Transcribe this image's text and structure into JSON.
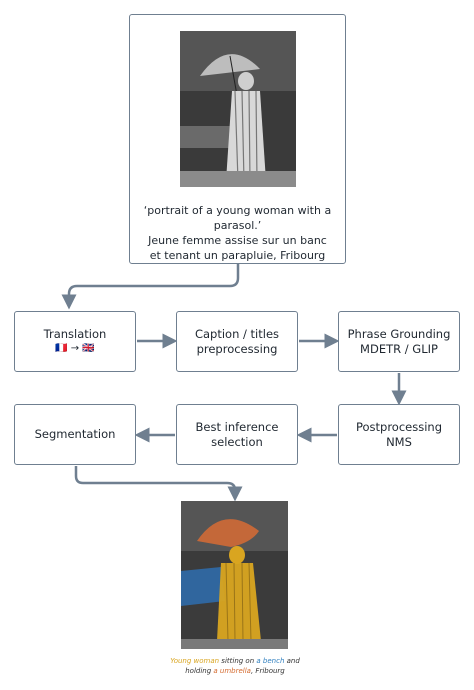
{
  "input": {
    "caption_line1": "‘portrait of a young woman with a parasol.’",
    "caption_line2": "Jeune femme assise sur un banc",
    "caption_line3": "et tenant un parapluie, Fribourg"
  },
  "steps": {
    "translation": {
      "label": "Translation",
      "flags": "🇫🇷 → 🇬🇧"
    },
    "caption": {
      "line1": "Caption / titles",
      "line2": "preprocessing"
    },
    "grounding": {
      "line1": "Phrase Grounding",
      "line2": "MDETR / GLIP"
    },
    "postprocessing": {
      "line1": "Postprocessing",
      "line2": "NMS"
    },
    "best_inference": {
      "line1": "Best inference",
      "line2": "selection"
    },
    "segmentation": {
      "label": "Segmentation"
    }
  },
  "output_caption": {
    "w1": "Young woman",
    "w2": " sitting on ",
    "w3": "a bench",
    "w4": " and",
    "w5": "holding ",
    "w6": "a umbrella",
    "w7": ", Fribourg"
  },
  "colors": {
    "border": "#6f7f90",
    "arrow": "#6f7f90",
    "phrase_woman": "#d9a520",
    "phrase_bench": "#2f7fbf",
    "phrase_umbrella": "#d46a2e"
  }
}
